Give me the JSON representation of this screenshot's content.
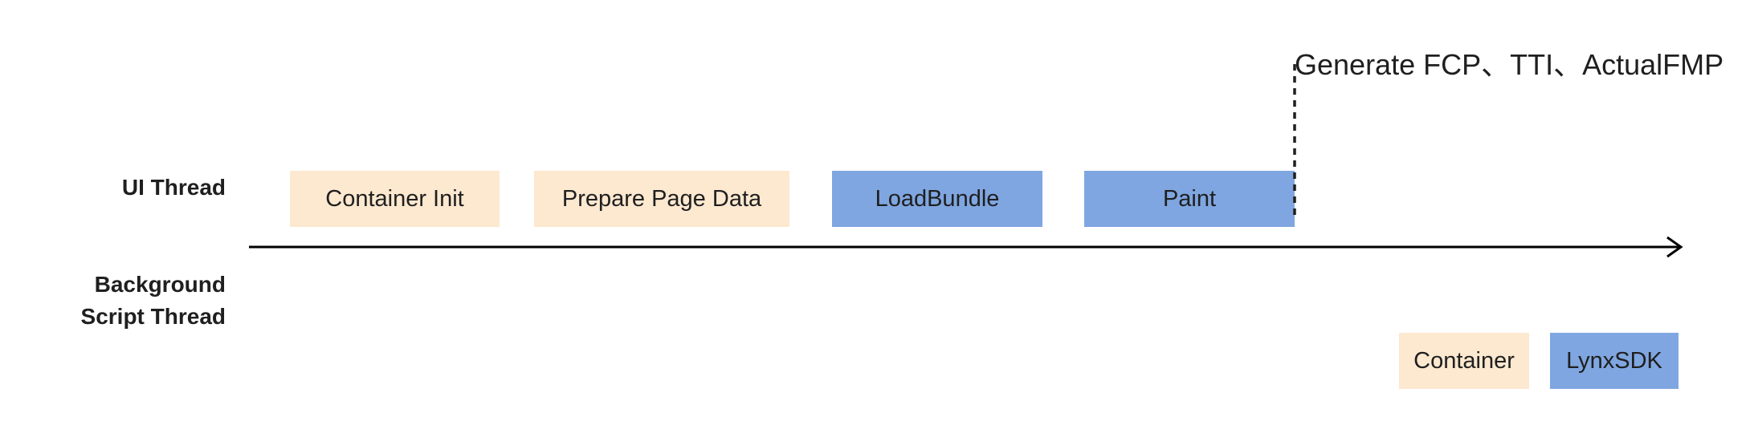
{
  "lanes": {
    "ui_thread": "UI Thread",
    "background_line1": "Background",
    "background_line2": "Script Thread"
  },
  "blocks": {
    "container_init": "Container Init",
    "prepare_page_data": "Prepare Page Data",
    "load_bundle": "LoadBundle",
    "paint": "Paint",
    "container": "Container",
    "lynx_sdk": "LynxSDK"
  },
  "annotation": "Generate FCP、TTI、ActualFMP",
  "colors": {
    "peach_block": "#fde8d0",
    "blue_block": "#7fa6e0",
    "axis": "#000000"
  }
}
